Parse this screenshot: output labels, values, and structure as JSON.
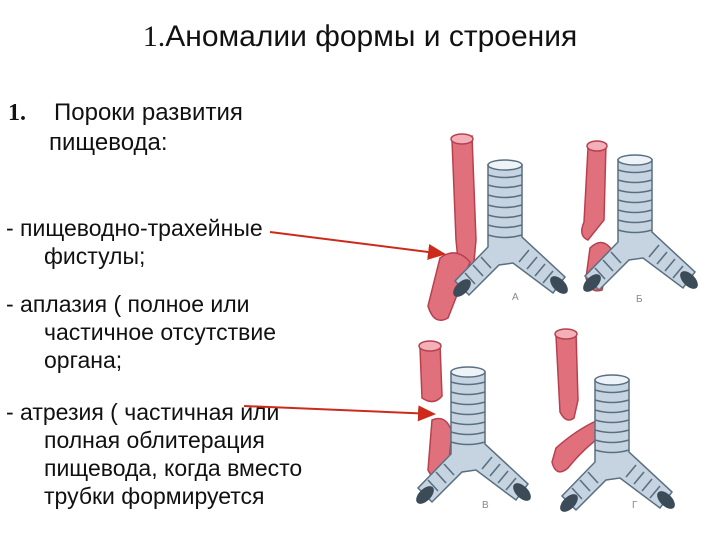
{
  "slide": {
    "title_number": "1.",
    "title_text": "Аномалии формы и строения",
    "heading_number": "1.",
    "heading_line1": "Пороки развития",
    "heading_line2": "пищевода:",
    "item1_line1": "- пищеводно-трахейные",
    "item1_line2": "фистулы;",
    "item2_line1": "- аплазия ( полное или",
    "item2_line2": "частичное  отсутствие",
    "item2_line3": "органа;",
    "item3_line1": "- атрезия ( частичная или",
    "item3_line2": "полная  облитерация",
    "item3_line3": "пищевода, когда   вместо",
    "item3_line4": "трубки формируется"
  },
  "figure": {
    "panel_labels": [
      "А",
      "Б",
      "В",
      "Г"
    ],
    "colors": {
      "esophagus": "#e0707c",
      "esophagus_dark": "#b8404e",
      "trachea": "#c5d4e0",
      "trachea_ring": "#5a6f80",
      "arrow": "#cc2b1b"
    }
  }
}
